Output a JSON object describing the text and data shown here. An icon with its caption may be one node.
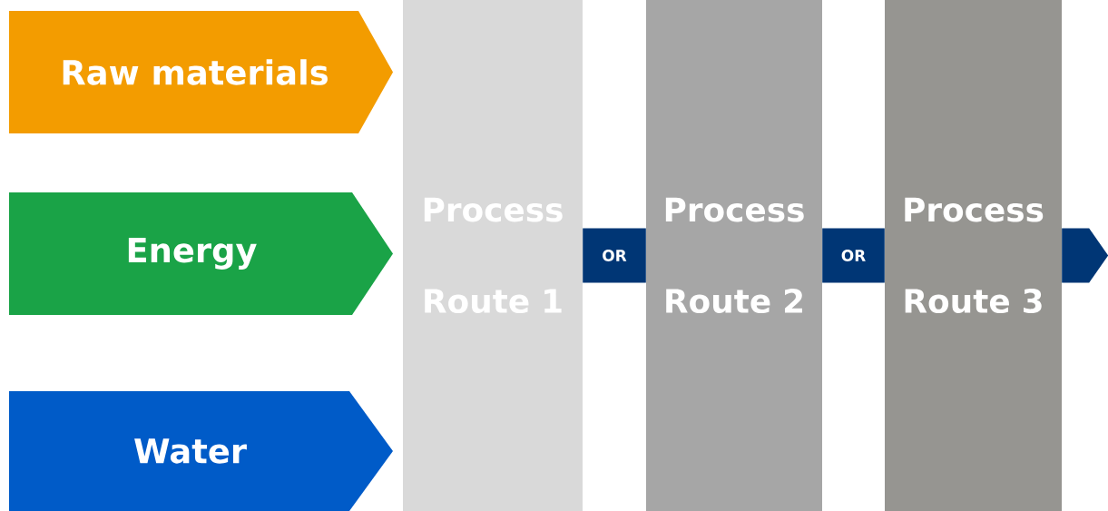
{
  "diagram": {
    "nodes": [
      {
        "text": [
          "Raw materials"
        ]
      },
      {
        "text": [
          "Energy"
        ]
      },
      {
        "text": [
          "Water"
        ]
      },
      {
        "text": [
          "Process Route 1"
        ]
      },
      {
        "text": [
          "Process Route 2"
        ]
      },
      {
        "text": [
          "Process Route 3"
        ]
      }
    ],
    "edges": [
      {
        "from": 3,
        "to": 4,
        "arrow": "none",
        "label": "OR"
      },
      {
        "from": 4,
        "to": 5,
        "arrow": "none",
        "label": "OR"
      },
      {
        "from": 5,
        "to": null,
        "arrow": "to"
      }
    ]
  }
}
